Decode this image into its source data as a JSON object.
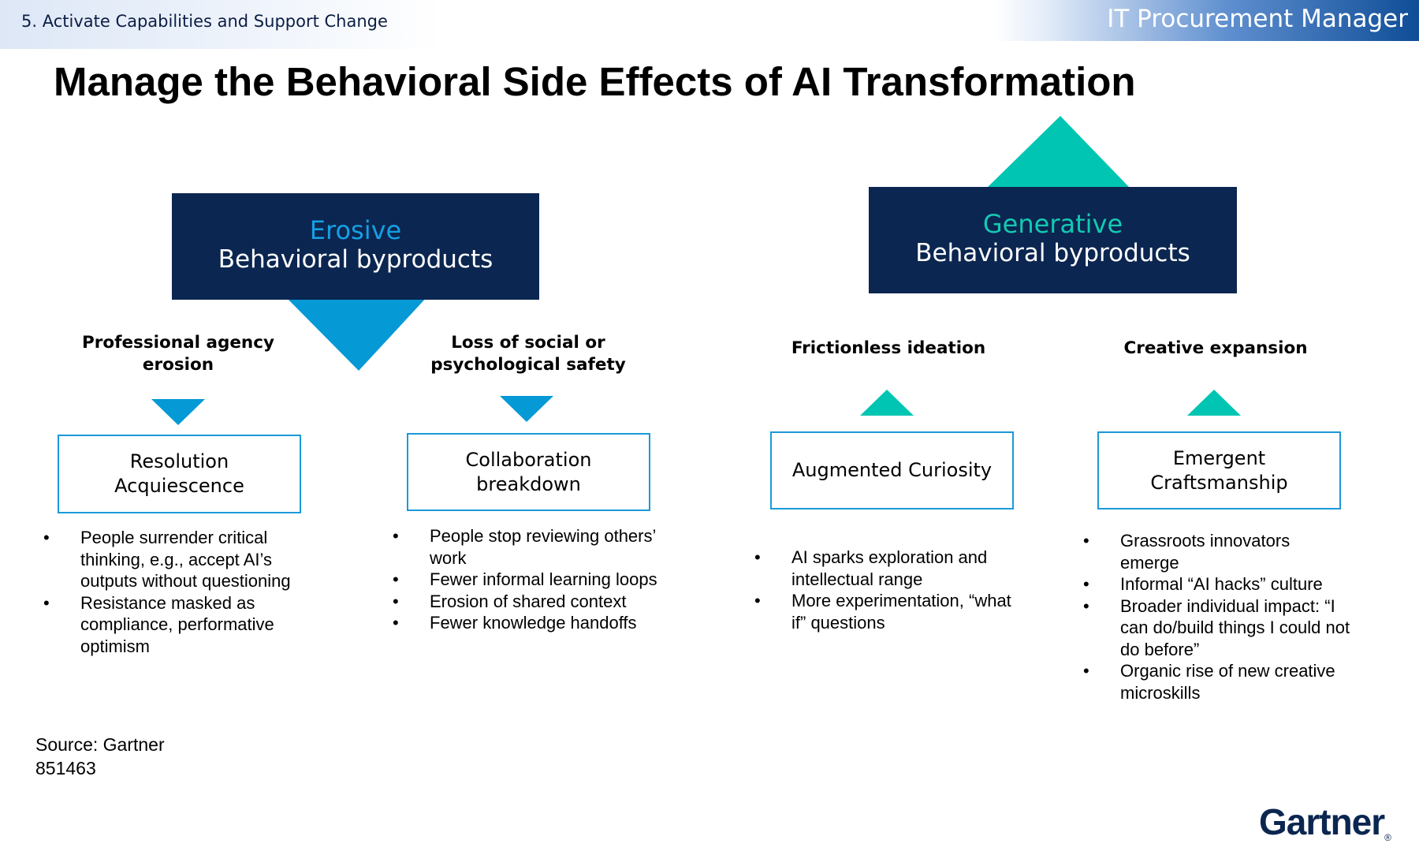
{
  "header": {
    "section": "5. Activate Capabilities and Support Change",
    "role": "IT Procurement Manager"
  },
  "title": "Manage the Behavioral Side Effects of AI Transformation",
  "colors": {
    "navy": "#0b2650",
    "erosive_blue": "#0599d5",
    "generative_teal": "#00c5b2",
    "card_border": "#1a9ad8"
  },
  "erosive": {
    "kind": "Erosive",
    "subtitle": "Behavioral byproducts",
    "items": [
      {
        "label": "Professional agency erosion",
        "card": "Resolution Acquiescence",
        "bullets": [
          "People surrender critical thinking, e.g., accept AI’s outputs without questioning",
          "Resistance masked as compliance, performative optimism"
        ]
      },
      {
        "label": "Loss of social or psychological safety",
        "card": "Collaboration breakdown",
        "bullets": [
          "People stop reviewing others’ work",
          "Fewer informal learning loops",
          "Erosion of shared context",
          "Fewer knowledge handoffs"
        ]
      }
    ]
  },
  "generative": {
    "kind": "Generative",
    "subtitle": "Behavioral byproducts",
    "items": [
      {
        "label": "Frictionless ideation",
        "card": "Augmented Curiosity",
        "bullets": [
          "AI sparks exploration and intellectual range",
          "More experimentation, “what if” questions"
        ]
      },
      {
        "label": "Creative expansion",
        "card": "Emergent Craftsmanship",
        "bullets": [
          "Grassroots innovators emerge",
          "Informal “AI hacks” culture",
          "Broader individual impact: “I can do/build things I could not do before”",
          "Organic rise of new creative microskills"
        ]
      }
    ]
  },
  "source": {
    "line1": "Source: Gartner",
    "line2": "851463"
  },
  "logo": "Gartner"
}
